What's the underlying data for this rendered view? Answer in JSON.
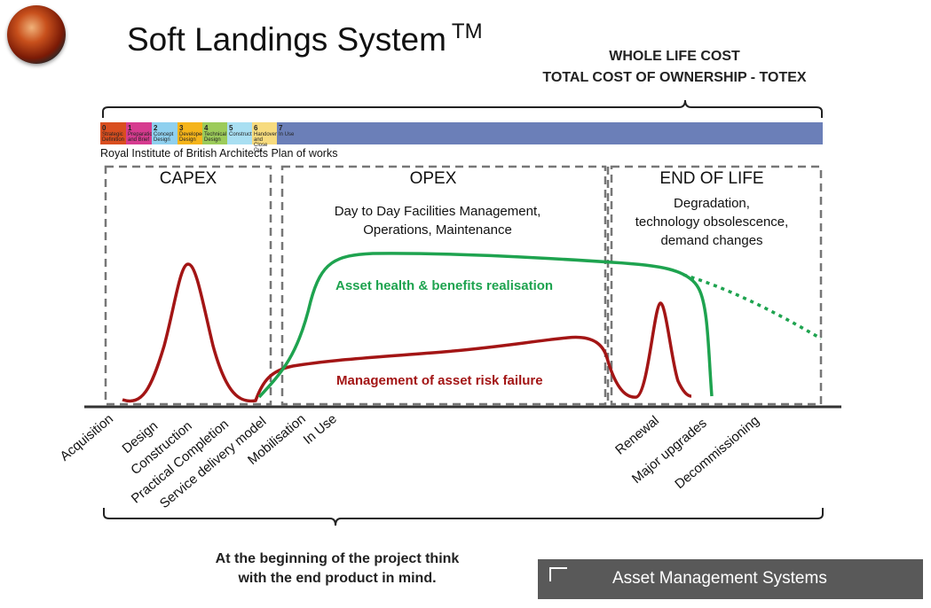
{
  "title": "Soft Landings System",
  "trademark": "TM",
  "whole_life": [
    "WHOLE LIFE COST",
    "TOTAL COST OF OWNERSHIP - TOTEX"
  ],
  "riba": {
    "caption": "Royal Institute of British Architects  Plan of works",
    "stages": [
      {
        "num": "0",
        "label": "Strategic Definition",
        "color": "#d94e1f"
      },
      {
        "num": "1",
        "label": "Preparation and Brief",
        "color": "#d63b8f"
      },
      {
        "num": "2",
        "label": "Concept Design",
        "color": "#8fd0ef"
      },
      {
        "num": "3",
        "label": "Developed Design",
        "color": "#f5b41a"
      },
      {
        "num": "4",
        "label": "Technical Design",
        "color": "#9ccb5a"
      },
      {
        "num": "5",
        "label": "Construction",
        "color": "#a9dff2"
      },
      {
        "num": "6",
        "label": "Handover and Close Out",
        "color": "#f7db7e"
      },
      {
        "num": "7",
        "label": "In Use",
        "color": "#6b7fb8"
      }
    ]
  },
  "sections": {
    "capex": {
      "title": "CAPEX"
    },
    "opex": {
      "title": "OPEX",
      "subtitle": [
        "Day to Day Facilities Management,",
        "Operations, Maintenance"
      ]
    },
    "eol": {
      "title": "END OF LIFE",
      "subtitle": [
        "Degradation,",
        "technology obsolescence,",
        "demand changes"
      ]
    }
  },
  "curves": {
    "asset_health": {
      "label": "Asset health & benefits realisation",
      "color": "#1ea34f"
    },
    "risk": {
      "label": "Management of asset risk failure",
      "color": "#a31515"
    }
  },
  "timeline_labels": [
    "Acquisition",
    "Design",
    "Construction",
    "Practical Completion",
    "Service delivery model",
    "Mobilisation",
    "In Use",
    "Renewal",
    "Major upgrades",
    "Decommissioning"
  ],
  "bottom_note": [
    "At the beginning of the project think",
    "with the end product in mind."
  ],
  "footer": {
    "label": "Asset Management Systems"
  }
}
